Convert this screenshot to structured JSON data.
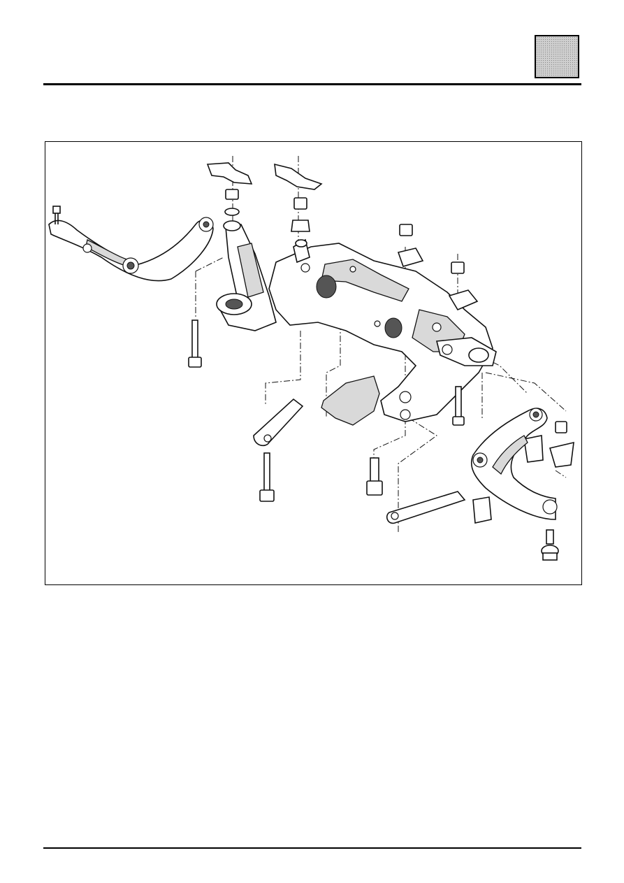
{
  "header": {
    "section_tab": {
      "fill_color": "#cfcfcf",
      "border_color": "#000000"
    }
  },
  "figure": {
    "illustration": "front-subframe-suspension-exploded-view",
    "components": [
      "subframe",
      "left-wishbone",
      "right-wishbone",
      "left-upright",
      "mounting-bolts",
      "nuts",
      "washers",
      "bushes",
      "brackets",
      "tie-plates",
      "heat-shield",
      "ball-joint"
    ]
  }
}
